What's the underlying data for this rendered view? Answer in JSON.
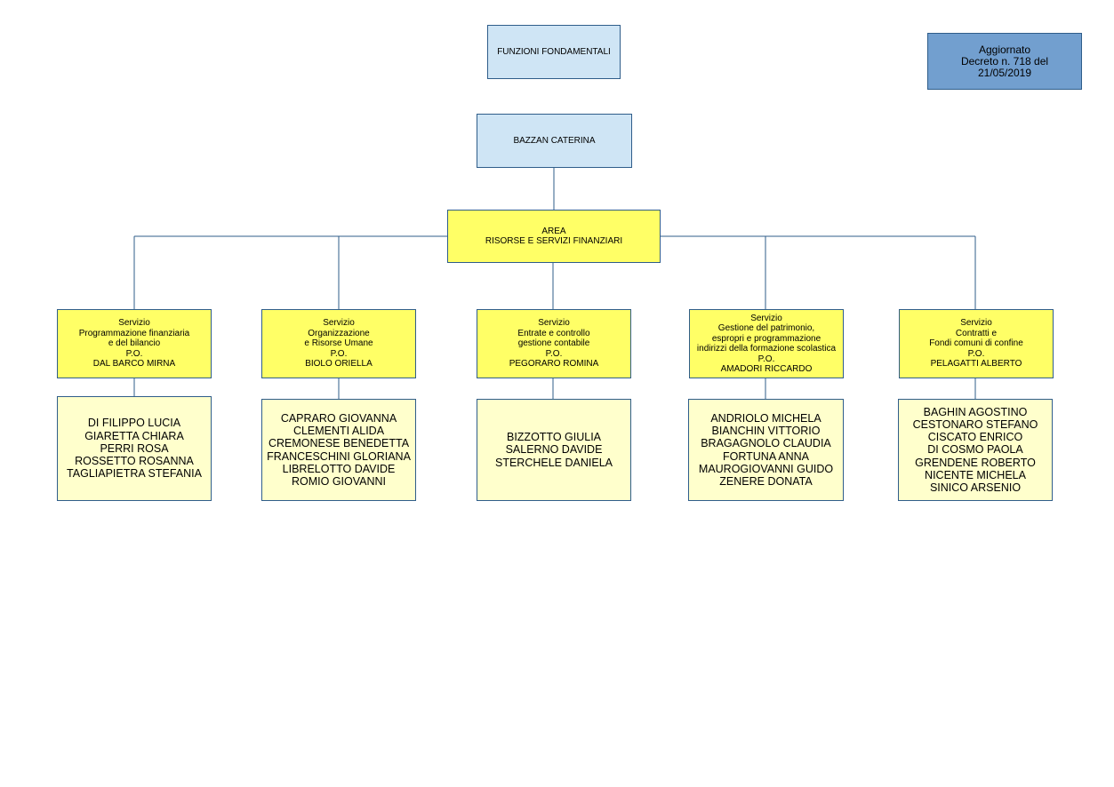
{
  "header": {
    "title": "FUNZIONI FONDAMENTALI"
  },
  "update_note": [
    "Aggiornato",
    "Decreto n. 718 del",
    "21/05/2019"
  ],
  "director": {
    "name": "BAZZAN CATERINA"
  },
  "area": {
    "lines": [
      "AREA",
      "RISORSE E SERVIZI FINANZIARI"
    ]
  },
  "services": [
    {
      "lines": [
        "Servizio",
        "Programmazione finanziaria",
        "e del bilancio",
        "P.O.",
        "DAL BARCO MIRNA"
      ],
      "staff": [
        "DI FILIPPO LUCIA",
        "GIARETTA CHIARA",
        "PERRI ROSA",
        "ROSSETTO ROSANNA",
        "TAGLIAPIETRA STEFANIA"
      ]
    },
    {
      "lines": [
        "Servizio",
        "Organizzazione",
        "e Risorse Umane",
        "P.O.",
        "BIOLO ORIELLA"
      ],
      "staff": [
        "CAPRARO GIOVANNA",
        "CLEMENTI ALIDA",
        "CREMONESE BENEDETTA",
        "FRANCESCHINI GLORIANA",
        "LIBRELOTTO DAVIDE",
        "ROMIO GIOVANNI"
      ]
    },
    {
      "lines": [
        "Servizio",
        "Entrate e controllo",
        "gestione contabile",
        "P.O.",
        "PEGORARO ROMINA"
      ],
      "staff": [
        "BIZZOTTO GIULIA",
        "SALERNO DAVIDE",
        "STERCHELE DANIELA"
      ]
    },
    {
      "lines": [
        "Servizio",
        "Gestione del patrimonio,",
        "espropri e programmazione",
        "indirizzi della formazione scolastica",
        "P.O.",
        "AMADORI RICCARDO"
      ],
      "staff": [
        "ANDRIOLO MICHELA",
        "BIANCHIN VITTORIO",
        "BRAGAGNOLO CLAUDIA",
        "FORTUNA ANNA",
        "MAUROGIOVANNI GUIDO",
        "ZENERE DONATA"
      ]
    },
    {
      "lines": [
        "Servizio",
        "Contratti e",
        "Fondi comuni di confine",
        "P.O.",
        "PELAGATTI ALBERTO"
      ],
      "staff": [
        "BAGHIN AGOSTINO",
        "CESTONARO STEFANO",
        "CISCATO ENRICO",
        "DI COSMO PAOLA",
        "GRENDENE ROBERTO",
        "NICENTE MICHELA",
        "SINICO ARSENIO"
      ]
    }
  ],
  "colors": {
    "header_fill": "#cfe5f5",
    "note_fill": "#729fcf",
    "service_fill": "#ffff66",
    "staff_fill": "#ffffcc",
    "border": "#2f5d8a"
  }
}
